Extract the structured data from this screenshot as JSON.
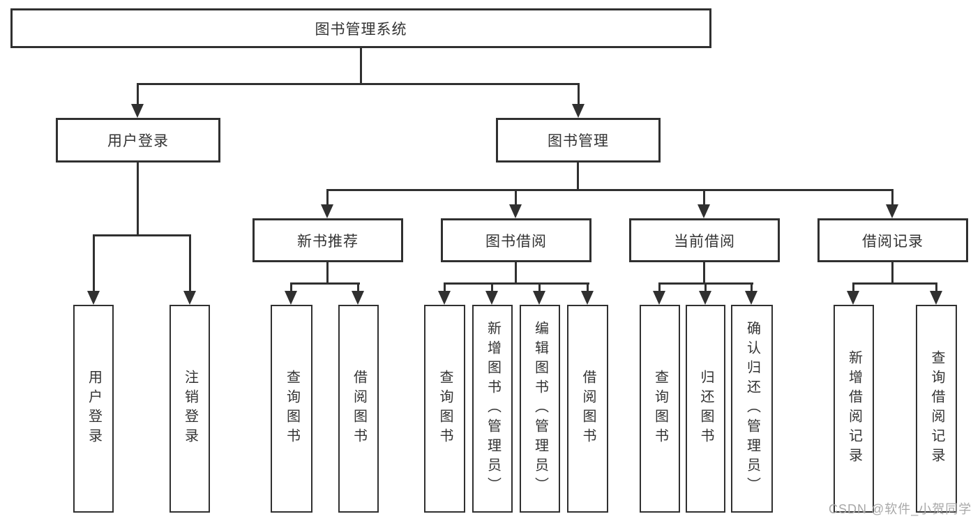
{
  "diagram": {
    "type": "tree",
    "root": {
      "label": "图书管理系统"
    },
    "user_branch": {
      "label": "用户登录",
      "children": [
        {
          "label": "用户登录"
        },
        {
          "label": "注销登录"
        }
      ]
    },
    "mgmt_branch": {
      "label": "图书管理",
      "groups": [
        {
          "label": "新书推荐",
          "children": [
            {
              "label": "查询图书"
            },
            {
              "label": "借阅图书"
            }
          ]
        },
        {
          "label": "图书借阅",
          "children": [
            {
              "label": "查询图书"
            },
            {
              "label": "新增图书（管理员）"
            },
            {
              "label": "编辑图书（管理员）"
            },
            {
              "label": "借阅图书"
            }
          ]
        },
        {
          "label": "当前借阅",
          "children": [
            {
              "label": "查询图书"
            },
            {
              "label": "归还图书"
            },
            {
              "label": "确认归还（管理员）"
            }
          ]
        },
        {
          "label": "借阅记录",
          "children": [
            {
              "label": "新增借阅记录"
            },
            {
              "label": "查询借阅记录"
            }
          ]
        }
      ]
    },
    "watermark": "CSDN @软件_小贺同学",
    "colors": {
      "line": "#303030",
      "text": "#333333",
      "background": "#ffffff",
      "watermark": "#a8a8a8"
    }
  }
}
